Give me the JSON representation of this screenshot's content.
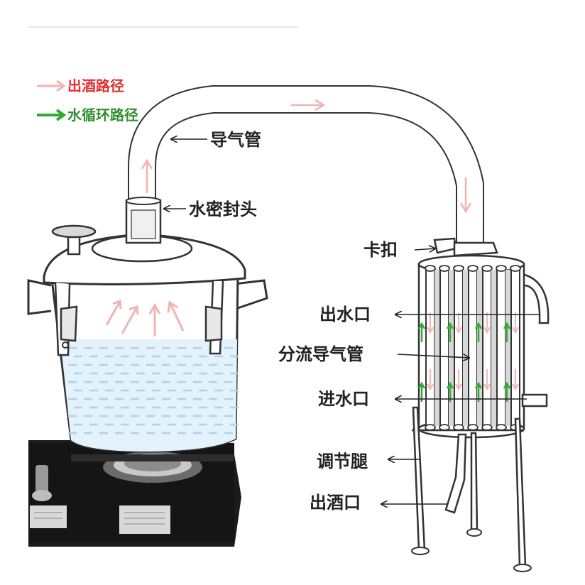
{
  "legend": {
    "wine_path": "出酒路径",
    "water_path": "水循环路径"
  },
  "labels": {
    "gas_pipe": "导气管",
    "water_seal": "水密封头",
    "clip": "卡扣",
    "water_outlet": "出水口",
    "split_pipe": "分流导气管",
    "water_inlet": "进水口",
    "adjust_leg": "调节腿",
    "wine_outlet": "出酒口"
  },
  "colors": {
    "wine_arrow": "#f4b7b7",
    "water_arrow": "#33aa33",
    "legend_text_red": "#e03030",
    "legend_text_green": "#2f8f2f",
    "water": "#a9d4ee"
  }
}
